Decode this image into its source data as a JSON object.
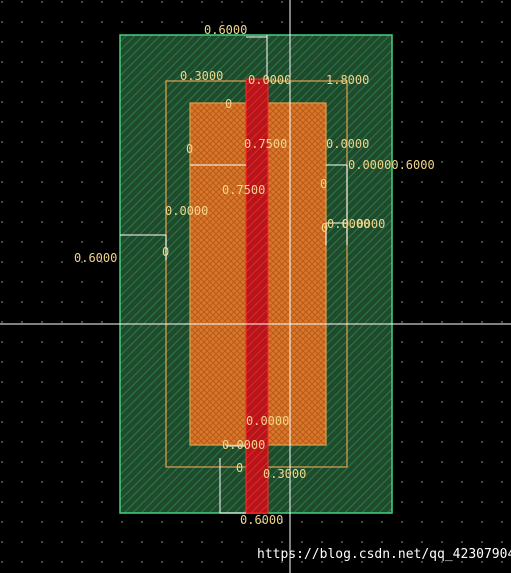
{
  "colors": {
    "background": "#000000",
    "grid_dot": "#7f7f7f",
    "outer_outline": "#43d17f",
    "outer_fill": "#1f4a2c",
    "middle_outline": "#d89b4b",
    "orange_fill": "#d7782a",
    "red_fill": "#b7151a",
    "white": "#ffffff",
    "label": "#f2d58a"
  },
  "labels": {
    "top": "0.6000",
    "left": "0.6000",
    "bottom": "0.6000",
    "right_mid": "0.00000.6000",
    "top_left": "0.3000",
    "top_mid": "0.0000",
    "top_right": "1.8000",
    "center_1": "0.7500",
    "center_2": "0.7500",
    "left_inner": "0.0000",
    "right_inner": "0.0000",
    "right_inner_2": "0.0000",
    "right_inner_3": "0.0000",
    "zero_1": "0",
    "zero_2": "0",
    "zero_3": "0",
    "zero_4": "0",
    "zero_5": "0",
    "zero_6": "0",
    "bottom_mid_1": "0.0000",
    "bottom_mid_2": "0.0000",
    "bottom_mid_3": "0.3000"
  },
  "watermark": "https://blog.csdn.net/qq_42307904"
}
